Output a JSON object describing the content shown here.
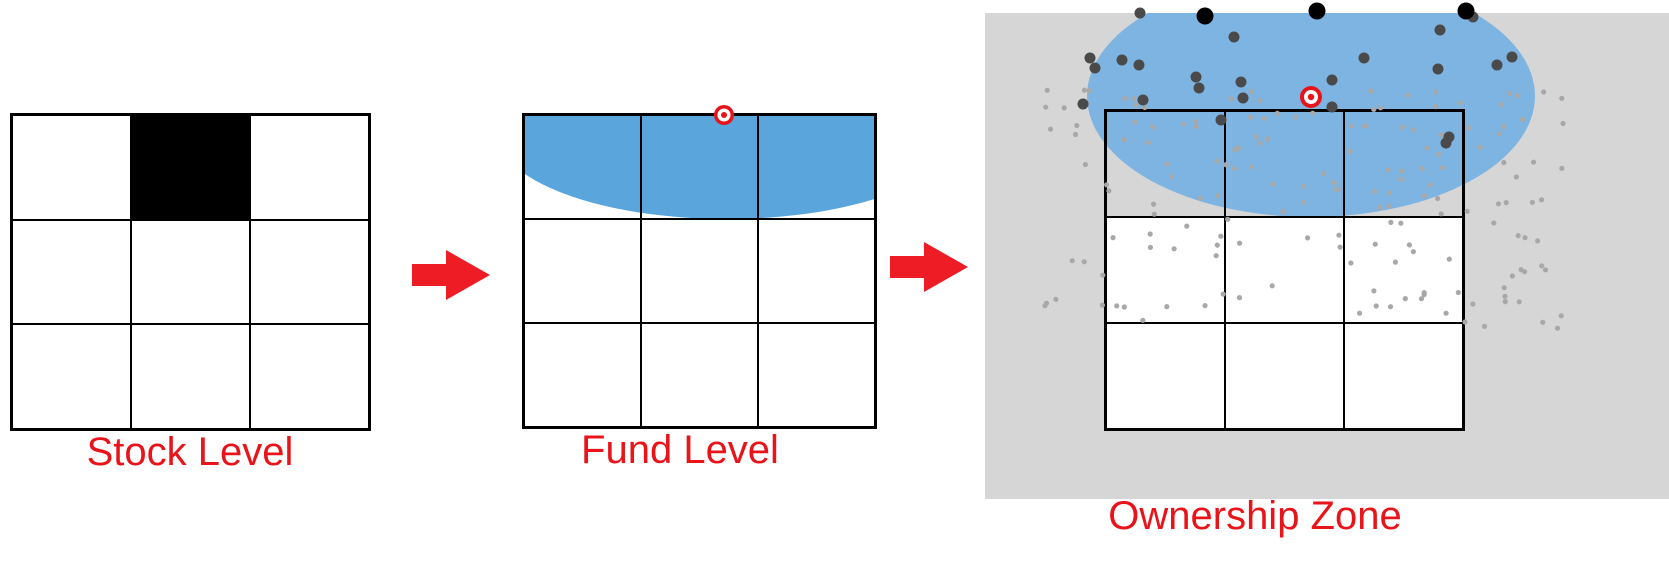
{
  "panels": [
    {
      "id": "stock",
      "caption": "Stock Level",
      "highlighted_cell": {
        "row": 0,
        "col": 1
      }
    },
    {
      "id": "fund",
      "caption": "Fund Level",
      "overlay": "blue-ellipse",
      "marker": "target-icon"
    },
    {
      "id": "ownership",
      "caption": "Ownership Zone",
      "overlay": "blue-ellipse",
      "marker": "target-icon",
      "background": "light-gray",
      "dots": "scattered holdings"
    }
  ],
  "colors": {
    "caption": "#e8141a",
    "arrow": "#ee1c24",
    "zone_fill": "#5aa5dc",
    "zone_background": "#d6d6d6",
    "grid_line": "#000000",
    "dot_dark": "#4a4a4a",
    "dot_black": "#000000",
    "dot_light": "#a8a8a8",
    "target_ring": "#e8141a"
  },
  "icons": [
    "right-arrow-icon",
    "target-icon"
  ]
}
